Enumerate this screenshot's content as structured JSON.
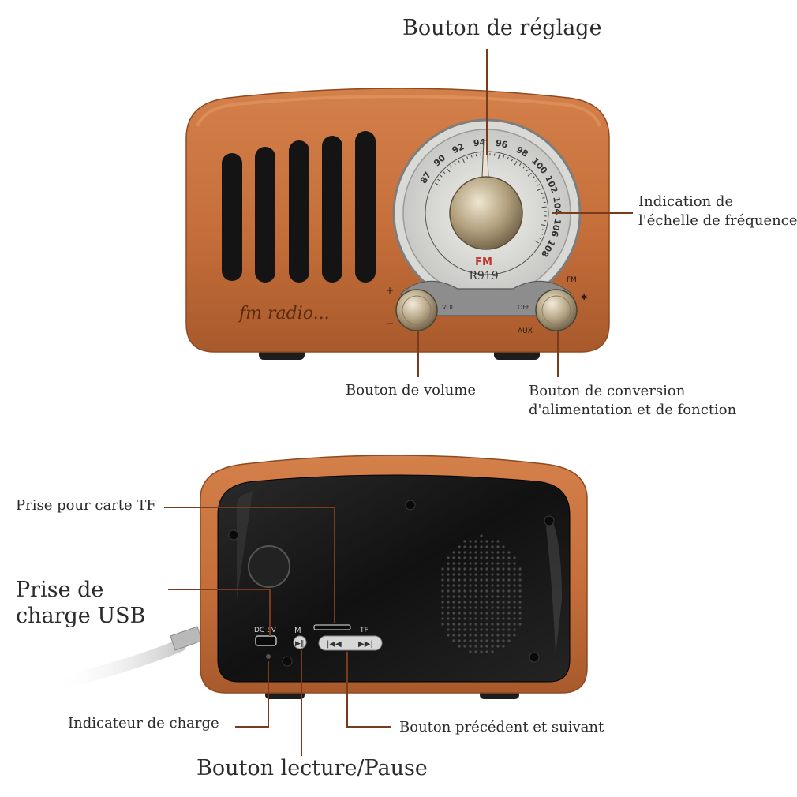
{
  "front": {
    "tuning_label": "Bouton de réglage",
    "scale_label_line1": "Indication de",
    "scale_label_line2": "l'échelle de fréquence",
    "volume_label": "Bouton de volume",
    "mode_label_line1": "Bouton de conversion",
    "mode_label_line2": "d'alimentation et de fonction",
    "brand_script": "fm radio...",
    "dial_numbers": [
      "87",
      "90",
      "92",
      "94",
      "96",
      "98",
      "100",
      "102",
      "104",
      "106",
      "108"
    ],
    "dial_band": "FM",
    "model": "R919",
    "knob_vol_label": "VOL",
    "knob_mode_label": "OFF",
    "side_label_fm": "FM",
    "side_label_aux": "AUX",
    "volume_plus": "+",
    "volume_minus": "−"
  },
  "back": {
    "tf_label": "Prise pour carte TF",
    "usb_label_line1": "Prise de",
    "usb_label_line2": "charge USB",
    "charge_indicator_label": "Indicateur de charge",
    "prev_next_label": "Bouton précédent et suivant",
    "play_pause_label": "Bouton lecture/Pause",
    "port_label_dc": "DC 5V",
    "port_label_tf": "TF"
  },
  "colors": {
    "wood": "#c56e3a",
    "wood_dark": "#8f4a22",
    "leader_line": "#7a3a1c",
    "panel_black": "#151515"
  }
}
